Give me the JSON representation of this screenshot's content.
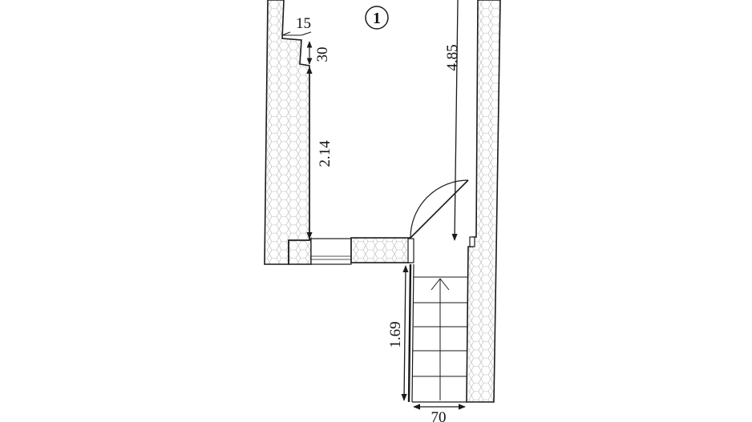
{
  "plan": {
    "room_number": "1",
    "dimensions": {
      "niche_depth": "15",
      "niche_height": "30",
      "wall_length_left": "2.14",
      "room_length": "4.85",
      "stair_length": "1.69",
      "stair_width": "70"
    }
  },
  "colors": {
    "line": "#1a1a1a",
    "background": "#ffffff",
    "hatch": "#9a9a9a"
  }
}
